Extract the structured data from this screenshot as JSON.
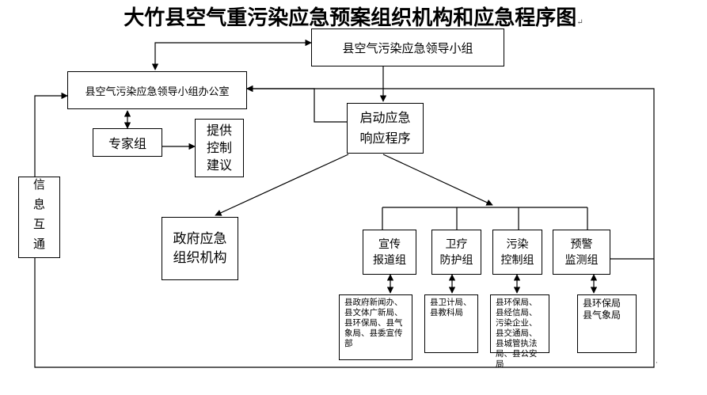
{
  "title": "大竹县空气重污染应急预案组织机构和应急程序图",
  "title_mark": "↵",
  "nodes": {
    "leadership": "县空气污染应急领导小组",
    "office": "县空气污染应急领导小组办公室",
    "experts": "专家组",
    "advice": "提供\n控制\n建议",
    "launch": "启动应急\n响应程序",
    "info": "信息互通",
    "gov_org": "政府应急\n组织机构",
    "publicity": "宣传\n报道组",
    "medical": "卫疗\n防护组",
    "pollution": "污染\n控制组",
    "warning": "预警\n监测组"
  },
  "members": {
    "publicity": "县政府新闻办、县文体广新局、县环保局、县气象局、县委宣传部",
    "medical": "县卫计局、县教科局",
    "pollution": "县环保局、县经信局、污染企业、县交通局、县城管执法局、县公安局",
    "warning": "县环保局\n县气象局"
  },
  "footer_mark": "·"
}
